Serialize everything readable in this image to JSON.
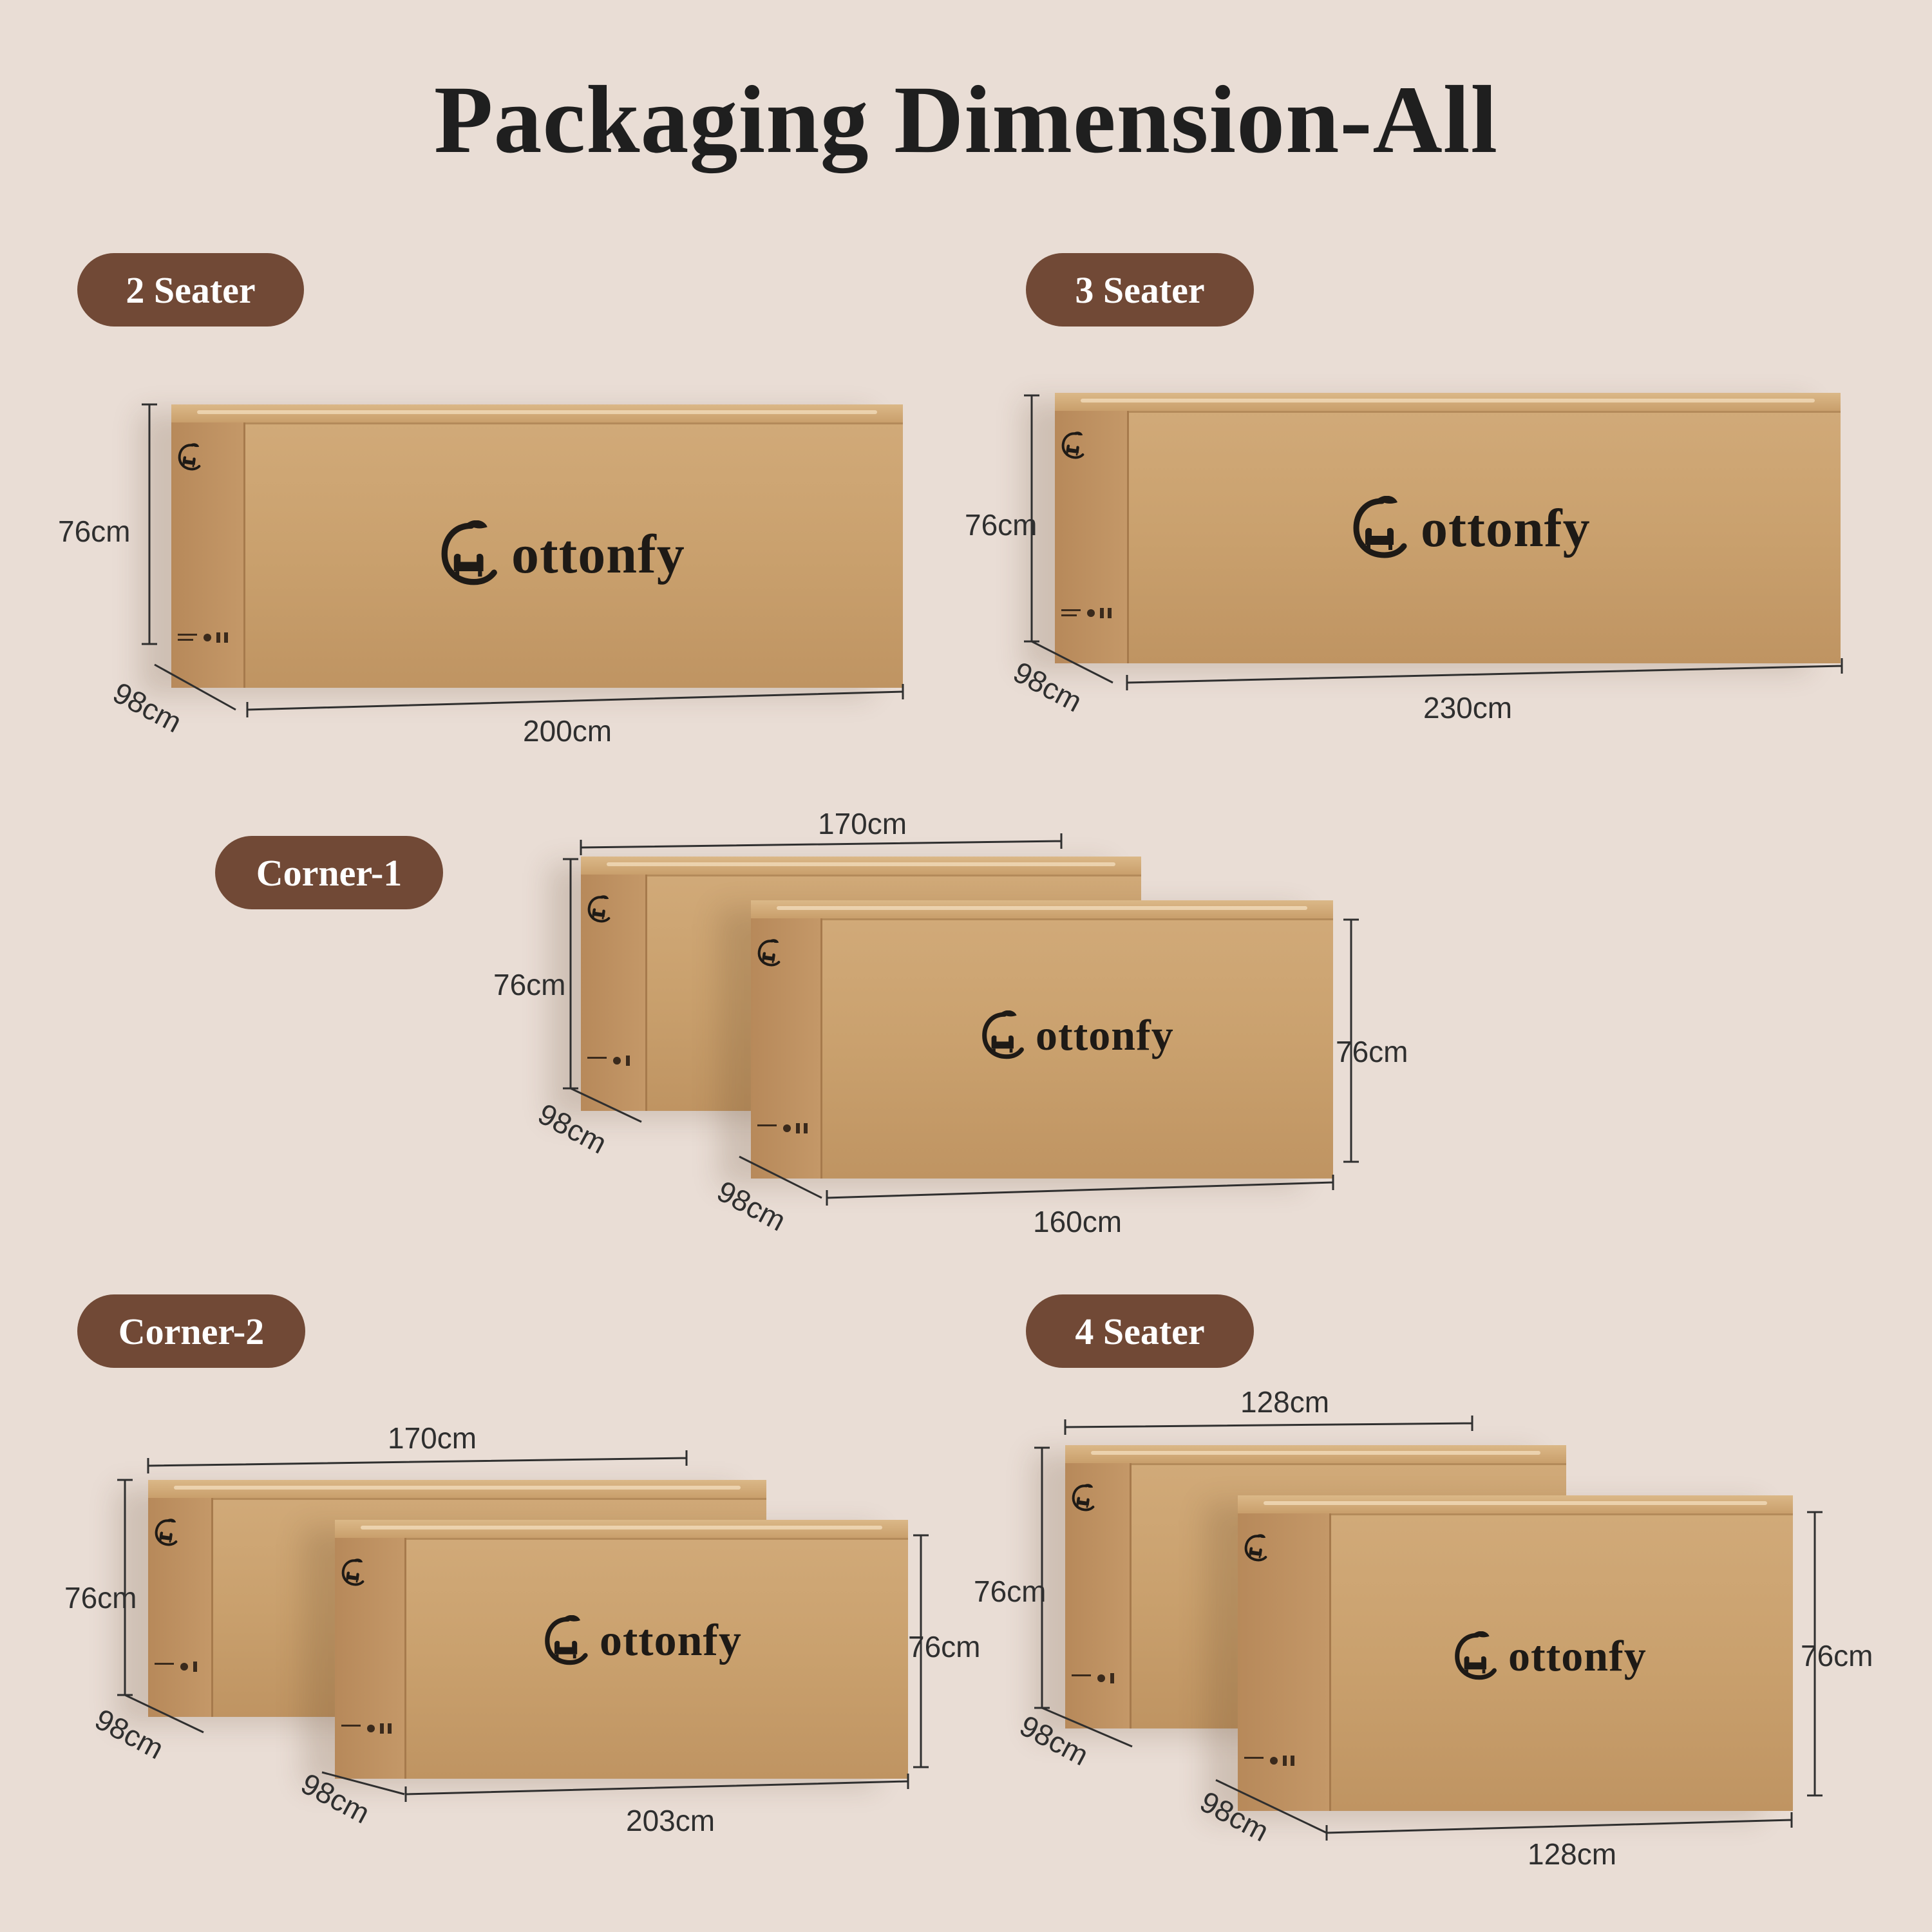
{
  "title": "Packaging Dimension-All",
  "brand": "ottonfy",
  "colors": {
    "background": "#e9ddd5",
    "pill": "#714936",
    "box": "#c9a06d"
  },
  "icons": {
    "logo": "sofa-leaf-c-logo"
  },
  "sections": {
    "two_seater": {
      "label": "2 Seater",
      "depth": "98cm",
      "height": "76cm",
      "width": "200cm"
    },
    "three_seater": {
      "label": "3 Seater",
      "depth": "98cm",
      "height": "76cm",
      "width": "230cm"
    },
    "corner1": {
      "label": "Corner-1",
      "back_width": "170cm",
      "back_height": "76cm",
      "back_depth": "98cm",
      "front_height": "76cm",
      "front_depth": "98cm",
      "front_width": "160cm"
    },
    "corner2": {
      "label": "Corner-2",
      "back_width": "170cm",
      "back_height": "76cm",
      "back_depth": "98cm",
      "front_height": "76cm",
      "front_depth": "98cm",
      "front_width": "203cm"
    },
    "four_seater": {
      "label": "4 Seater",
      "back_width": "128cm",
      "back_height": "76cm",
      "back_depth": "98cm",
      "front_height": "76cm",
      "front_depth": "98cm",
      "front_width": "128cm"
    }
  }
}
